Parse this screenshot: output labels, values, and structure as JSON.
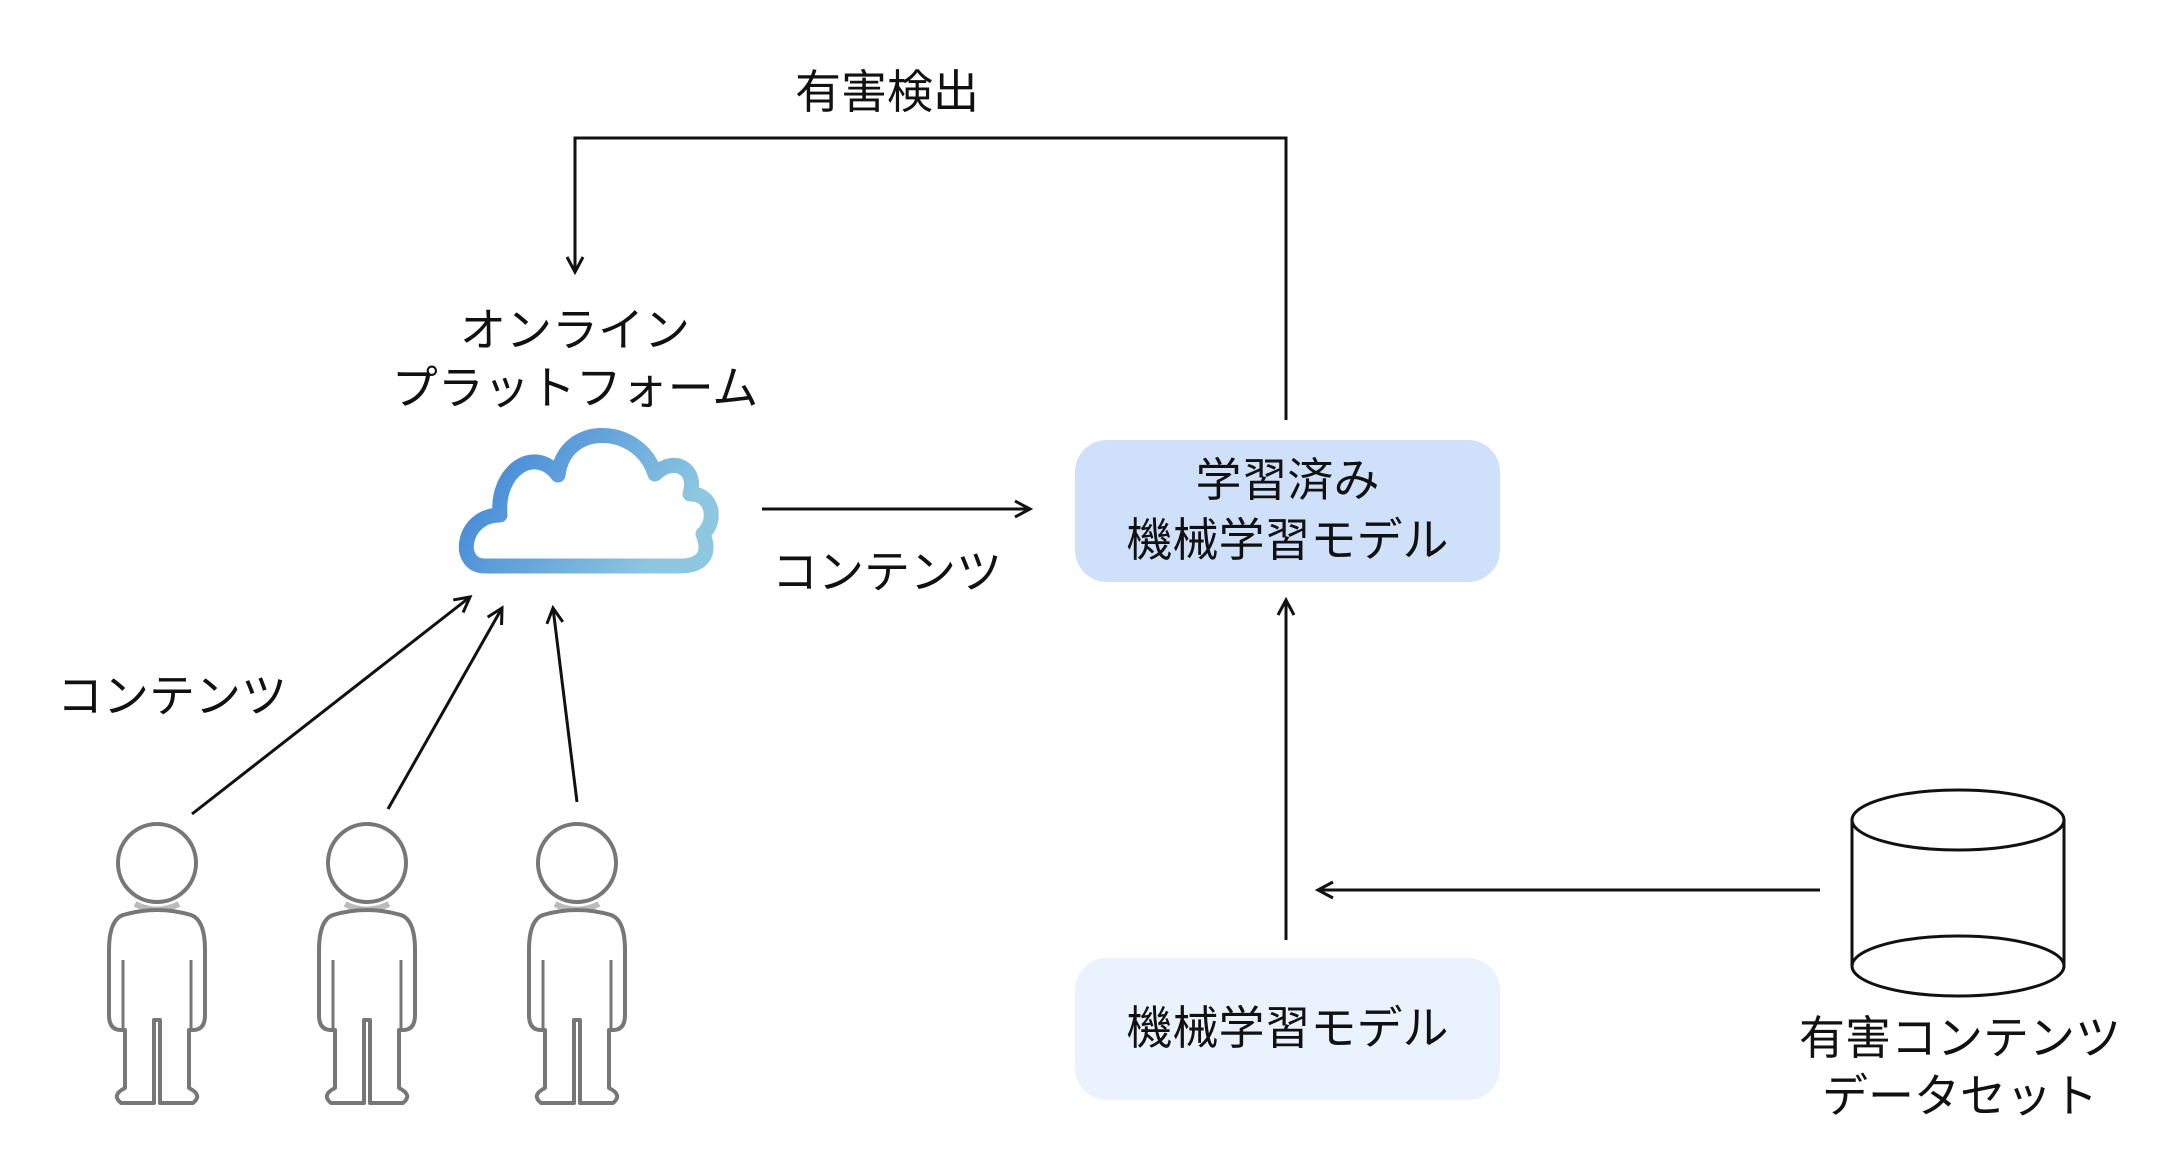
{
  "labels": {
    "harm_detection": "有害検出",
    "platform_line1": "オンライン",
    "platform_line2": "プラットフォーム",
    "content_users": "コンテンツ",
    "content_to_model": "コンテンツ",
    "dataset_line1": "有害コンテンツ",
    "dataset_line2": "データセット"
  },
  "nodes": {
    "trained_model": {
      "line1": "学習済み",
      "line2": "機械学習モデル",
      "fill": "#cfe0fb"
    },
    "ml_model": {
      "label": "機械学習モデル",
      "fill": "#eaf2fd"
    }
  },
  "icons": {
    "platform": "cloud-icon",
    "users": [
      "user-icon",
      "user-icon",
      "user-icon"
    ],
    "dataset": "database-cylinder-icon"
  },
  "colors": {
    "cloud_gradient_start": "#3a7fd6",
    "cloud_gradient_end": "#8ec8e0",
    "arrow": "#111111",
    "person_outline": "#777777"
  }
}
